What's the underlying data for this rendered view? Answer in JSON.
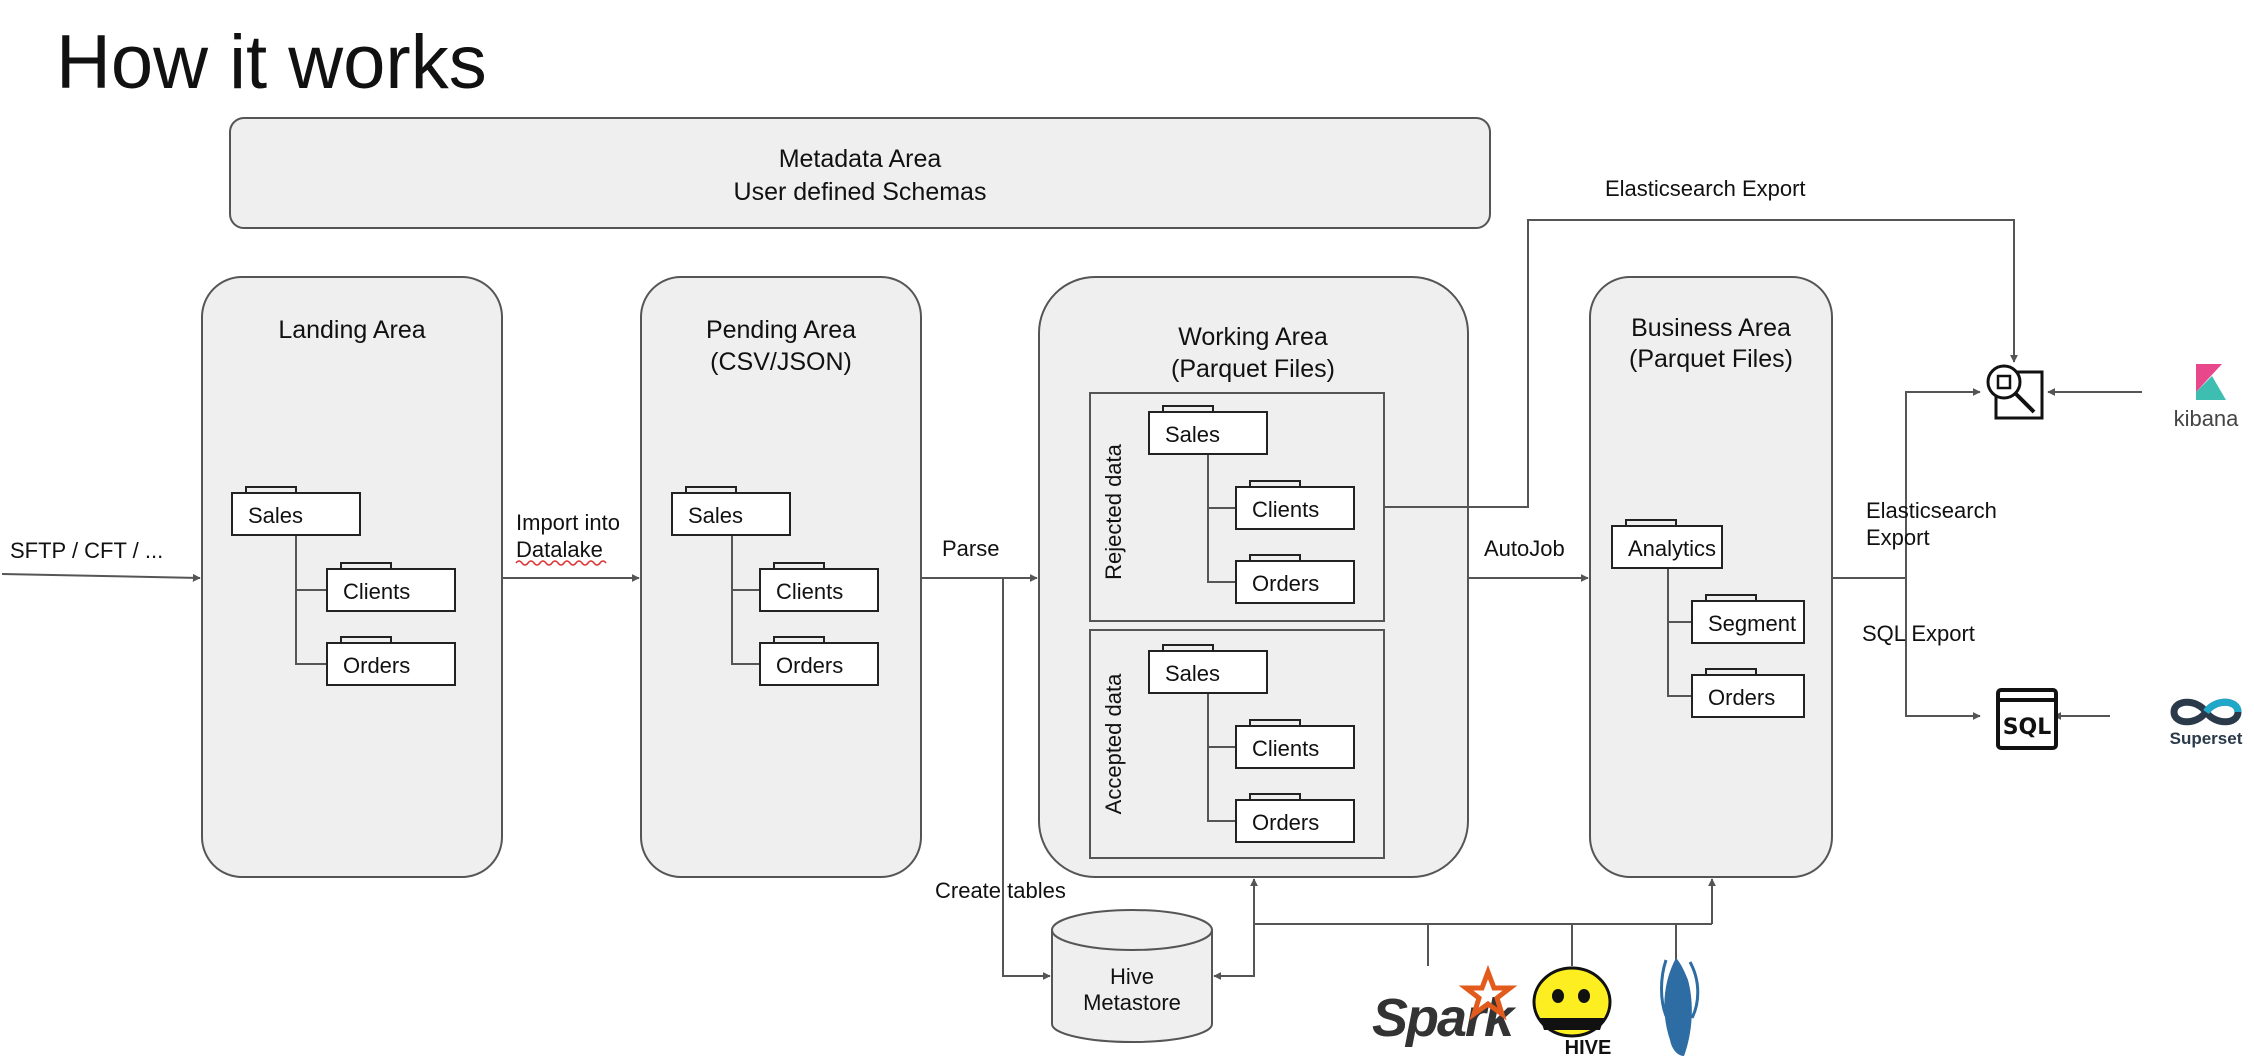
{
  "title": "How it works",
  "metadata_area": {
    "line1": "Metadata Area",
    "line2": "User defined Schemas"
  },
  "areas": {
    "landing": {
      "title": "Landing Area"
    },
    "pending": {
      "line1": "Pending Area",
      "line2": "(CSV/JSON)"
    },
    "working": {
      "line1": "Working Area",
      "line2": "(Parquet Files)",
      "rejected": "Rejected data",
      "accepted": "Accepted data"
    },
    "business": {
      "line1": "Business Area",
      "line2": "(Parquet Files)"
    }
  },
  "folders": {
    "landing": [
      "Sales",
      "Clients",
      "Orders"
    ],
    "pending": [
      "Sales",
      "Clients",
      "Orders"
    ],
    "rejected": [
      "Sales",
      "Clients",
      "Orders"
    ],
    "accepted": [
      "Sales",
      "Clients",
      "Orders"
    ],
    "business": [
      "Analytics",
      "Segment",
      "Orders"
    ]
  },
  "edges": {
    "sftp": "SFTP / CFT / ...",
    "import_line1": "Import into",
    "import_line2": "Datalake",
    "parse": "Parse",
    "autojob": "AutoJob",
    "create_tables": "Create tables",
    "es_export_top": "Elasticsearch Export",
    "es_export_line1": "Elasticsearch",
    "es_export_line2": "Export",
    "sql_export": "SQL Export"
  },
  "hive_metastore": {
    "line1": "Hive",
    "line2": "Metastore"
  },
  "logos": {
    "kibana": "kibana",
    "superset": "Superset",
    "spark": "Spark",
    "hive": "HIVE",
    "sql_icon_text": "SQL"
  },
  "icons": [
    "search-icon",
    "sql-window-icon",
    "kibana-icon",
    "superset-icon",
    "spark-icon",
    "hive-icon",
    "deer-icon",
    "folder-icon"
  ],
  "colors": {
    "area_fill": "#efefef",
    "stroke": "#555555",
    "kibana_pink": "#e8478b",
    "kibana_teal": "#3ebeb0",
    "superset_dark": "#2a3a4a",
    "superset_teal": "#1fa8c9",
    "spark_orange": "#e25a1c",
    "hive_yellow": "#fdee21",
    "deer_blue": "#2e6da4"
  }
}
